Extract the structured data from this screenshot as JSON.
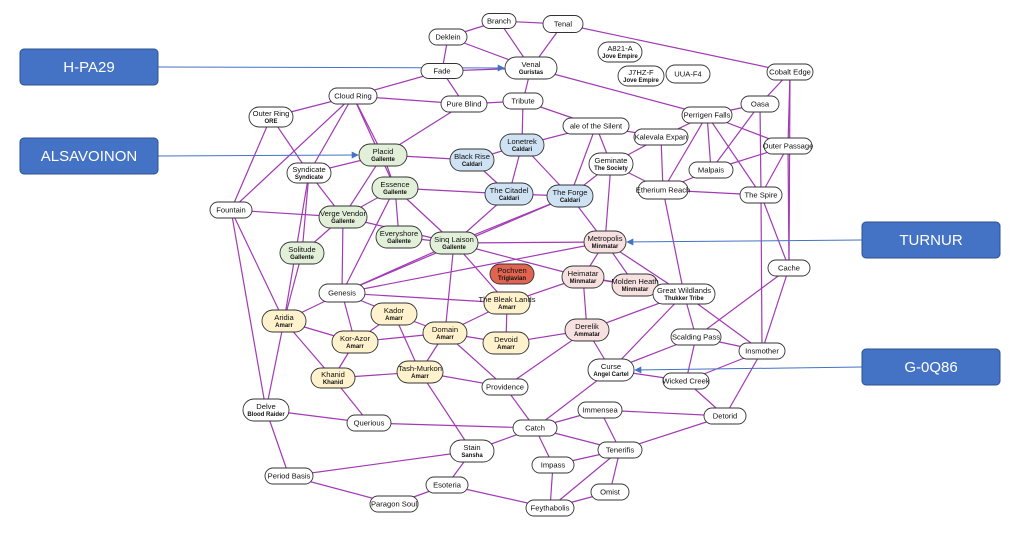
{
  "colors": {
    "edge": "#a23ab5",
    "arrow": "#4472c4",
    "callout_fill": "#4472c4",
    "callout_stroke": "#2f528f",
    "node_stroke": "#333333",
    "factions": {
      "neutral": "#ffffff",
      "Gallente": "#e2efd9",
      "Caldari": "#cfe2f3",
      "Minmatar": "#f6e0e0",
      "Amarr": "#fff2cc",
      "Triglavian": "#e06450"
    }
  },
  "callouts": [
    {
      "id": "hpa29",
      "label": "H-PA29",
      "target": "venal"
    },
    {
      "id": "alsavoinon",
      "label": "ALSAVOINON",
      "target": "placid"
    },
    {
      "id": "turnur",
      "label": "TURNUR",
      "target": "metropolis"
    },
    {
      "id": "g0q86",
      "label": "G-0Q86",
      "target": "curse"
    }
  ],
  "nodes": [
    {
      "id": "branch",
      "name": "Branch",
      "sub": "",
      "faction": "neutral"
    },
    {
      "id": "tenal",
      "name": "Tenal",
      "sub": "",
      "faction": "neutral"
    },
    {
      "id": "deklein",
      "name": "Deklein",
      "sub": "",
      "faction": "neutral"
    },
    {
      "id": "venal",
      "name": "Venal",
      "sub": "Guristas",
      "faction": "neutral"
    },
    {
      "id": "fade",
      "name": "Fade",
      "sub": "",
      "faction": "neutral"
    },
    {
      "id": "a821a",
      "name": "A821-A",
      "sub": "Jove Empire",
      "faction": "neutral"
    },
    {
      "id": "j7hzf",
      "name": "J7HZ-F",
      "sub": "Jove Empire",
      "faction": "neutral"
    },
    {
      "id": "uuaf4",
      "name": "UUA-F4",
      "sub": "",
      "faction": "neutral"
    },
    {
      "id": "cobaltedge",
      "name": "Cobalt Edge",
      "sub": "",
      "faction": "neutral"
    },
    {
      "id": "cloudring",
      "name": "Cloud Ring",
      "sub": "",
      "faction": "neutral"
    },
    {
      "id": "pureblind",
      "name": "Pure Blind",
      "sub": "",
      "faction": "neutral"
    },
    {
      "id": "tribute",
      "name": "Tribute",
      "sub": "",
      "faction": "neutral"
    },
    {
      "id": "outerring",
      "name": "Outer Ring",
      "sub": "ORE",
      "faction": "neutral"
    },
    {
      "id": "oasa",
      "name": "Oasa",
      "sub": "",
      "faction": "neutral"
    },
    {
      "id": "perrigenfalls",
      "name": "Perrigen Falls",
      "sub": "",
      "faction": "neutral"
    },
    {
      "id": "vale",
      "name": "ale of the Silent",
      "sub": "",
      "faction": "neutral"
    },
    {
      "id": "kalevala",
      "name": "Kalevala Expan",
      "sub": "",
      "faction": "neutral"
    },
    {
      "id": "outerpassage",
      "name": "Outer Passage",
      "sub": "",
      "faction": "neutral"
    },
    {
      "id": "lonetrek",
      "name": "Lonetrek",
      "sub": "Caldari",
      "faction": "Caldari"
    },
    {
      "id": "placid",
      "name": "Placid",
      "sub": "Gallente",
      "faction": "Gallente"
    },
    {
      "id": "blackrise",
      "name": "Black Rise",
      "sub": "Caldari",
      "faction": "Caldari"
    },
    {
      "id": "geminate",
      "name": "Geminate",
      "sub": "The Society",
      "faction": "neutral"
    },
    {
      "id": "malpais",
      "name": "Malpais",
      "sub": "",
      "faction": "neutral"
    },
    {
      "id": "syndicate",
      "name": "Syndicate",
      "sub": "Syndicate",
      "faction": "neutral"
    },
    {
      "id": "essence",
      "name": "Essence",
      "sub": "Gallente",
      "faction": "Gallente"
    },
    {
      "id": "citadel",
      "name": "The Citadel",
      "sub": "Caldari",
      "faction": "Caldari"
    },
    {
      "id": "forge",
      "name": "The Forge",
      "sub": "Caldari",
      "faction": "Caldari"
    },
    {
      "id": "etherium",
      "name": "Etherium Reach",
      "sub": "",
      "faction": "neutral"
    },
    {
      "id": "spire",
      "name": "The Spire",
      "sub": "",
      "faction": "neutral"
    },
    {
      "id": "fountain",
      "name": "Fountain",
      "sub": "",
      "faction": "neutral"
    },
    {
      "id": "vergevendor",
      "name": "Verge Vendor",
      "sub": "Gallente",
      "faction": "Gallente"
    },
    {
      "id": "everyshore",
      "name": "Everyshore",
      "sub": "Gallente",
      "faction": "Gallente"
    },
    {
      "id": "sinqlaison",
      "name": "Sinq Laison",
      "sub": "Gallente",
      "faction": "Gallente"
    },
    {
      "id": "metropolis",
      "name": "Metropolis",
      "sub": "Minmatar",
      "faction": "Minmatar"
    },
    {
      "id": "solitude",
      "name": "Solitude",
      "sub": "Gallente",
      "faction": "Gallente"
    },
    {
      "id": "pochven",
      "name": "Pochven",
      "sub": "Triglavian",
      "faction": "Triglavian"
    },
    {
      "id": "heimatar",
      "name": "Heimatar",
      "sub": "Minmatar",
      "faction": "Minmatar"
    },
    {
      "id": "moldenheath",
      "name": "Molden Heath",
      "sub": "Minmatar",
      "faction": "Minmatar"
    },
    {
      "id": "greatwildlands",
      "name": "Great Wildlands",
      "sub": "Thukker Tribe",
      "faction": "neutral"
    },
    {
      "id": "cache",
      "name": "Cache",
      "sub": "",
      "faction": "neutral"
    },
    {
      "id": "genesis",
      "name": "Genesis",
      "sub": "",
      "faction": "neutral"
    },
    {
      "id": "bleaklands",
      "name": "The Bleak Lands",
      "sub": "Amarr",
      "faction": "Amarr"
    },
    {
      "id": "aridia",
      "name": "Aridia",
      "sub": "Amarr",
      "faction": "Amarr"
    },
    {
      "id": "kador",
      "name": "Kador",
      "sub": "Amarr",
      "faction": "Amarr"
    },
    {
      "id": "domain",
      "name": "Domain",
      "sub": "Amarr",
      "faction": "Amarr"
    },
    {
      "id": "derelik",
      "name": "Derelik",
      "sub": "Ammatar",
      "faction": "Minmatar"
    },
    {
      "id": "korazor",
      "name": "Kor-Azor",
      "sub": "Amarr",
      "faction": "Amarr"
    },
    {
      "id": "devoid",
      "name": "Devoid",
      "sub": "Amarr",
      "faction": "Amarr"
    },
    {
      "id": "scaldingpass",
      "name": "Scalding Pass",
      "sub": "",
      "faction": "neutral"
    },
    {
      "id": "insmother",
      "name": "Insmother",
      "sub": "",
      "faction": "neutral"
    },
    {
      "id": "khanid",
      "name": "Khanid",
      "sub": "Khanid",
      "faction": "Amarr"
    },
    {
      "id": "tashmurkon",
      "name": "Tash-Murkon",
      "sub": "Amarr",
      "faction": "Amarr"
    },
    {
      "id": "curse",
      "name": "Curse",
      "sub": "Angel Cartel",
      "faction": "neutral"
    },
    {
      "id": "providence",
      "name": "Providence",
      "sub": "",
      "faction": "neutral"
    },
    {
      "id": "wickedcreek",
      "name": "Wicked Creek",
      "sub": "",
      "faction": "neutral"
    },
    {
      "id": "delve",
      "name": "Delve",
      "sub": "Blood Raider",
      "faction": "neutral"
    },
    {
      "id": "immensea",
      "name": "Immensea",
      "sub": "",
      "faction": "neutral"
    },
    {
      "id": "detorid",
      "name": "Detorid",
      "sub": "",
      "faction": "neutral"
    },
    {
      "id": "querious",
      "name": "Querious",
      "sub": "",
      "faction": "neutral"
    },
    {
      "id": "catch",
      "name": "Catch",
      "sub": "",
      "faction": "neutral"
    },
    {
      "id": "stain",
      "name": "Stain",
      "sub": "Sansha",
      "faction": "neutral"
    },
    {
      "id": "tenerifis",
      "name": "Tenerifis",
      "sub": "",
      "faction": "neutral"
    },
    {
      "id": "impass",
      "name": "Impass",
      "sub": "",
      "faction": "neutral"
    },
    {
      "id": "periodbasis",
      "name": "Period Basis",
      "sub": "",
      "faction": "neutral"
    },
    {
      "id": "esoteria",
      "name": "Esoteria",
      "sub": "",
      "faction": "neutral"
    },
    {
      "id": "omist",
      "name": "Omist",
      "sub": "",
      "faction": "neutral"
    },
    {
      "id": "paragonsoul",
      "name": "Paragon Soul",
      "sub": "",
      "faction": "neutral"
    },
    {
      "id": "feythabolis",
      "name": "Feythabolis",
      "sub": "",
      "faction": "neutral"
    }
  ],
  "edges": [
    [
      "branch",
      "tenal"
    ],
    [
      "branch",
      "deklein"
    ],
    [
      "branch",
      "venal"
    ],
    [
      "tenal",
      "venal"
    ],
    [
      "tenal",
      "cobaltedge"
    ],
    [
      "deklein",
      "venal"
    ],
    [
      "deklein",
      "fade"
    ],
    [
      "fade",
      "venal"
    ],
    [
      "fade",
      "cloudring"
    ],
    [
      "fade",
      "pureblind"
    ],
    [
      "venal",
      "tribute"
    ],
    [
      "venal",
      "perrigenfalls"
    ],
    [
      "cloudring",
      "pureblind"
    ],
    [
      "cloudring",
      "outerring"
    ],
    [
      "cloudring",
      "syndicate"
    ],
    [
      "cloudring",
      "placid"
    ],
    [
      "cloudring",
      "fountain"
    ],
    [
      "cloudring",
      "essence"
    ],
    [
      "pureblind",
      "tribute"
    ],
    [
      "pureblind",
      "placid"
    ],
    [
      "tribute",
      "vale"
    ],
    [
      "tribute",
      "lonetrek"
    ],
    [
      "outerring",
      "fountain"
    ],
    [
      "outerring",
      "syndicate"
    ],
    [
      "cobaltedge",
      "oasa"
    ],
    [
      "cobaltedge",
      "outerpassage"
    ],
    [
      "cobaltedge",
      "cache"
    ],
    [
      "oasa",
      "perrigenfalls"
    ],
    [
      "oasa",
      "spire"
    ],
    [
      "oasa",
      "malpais"
    ],
    [
      "perrigenfalls",
      "kalevala"
    ],
    [
      "perrigenfalls",
      "outerpassage"
    ],
    [
      "perrigenfalls",
      "malpais"
    ],
    [
      "perrigenfalls",
      "spire"
    ],
    [
      "perrigenfalls",
      "etherium"
    ],
    [
      "vale",
      "kalevala"
    ],
    [
      "vale",
      "lonetrek"
    ],
    [
      "vale",
      "geminate"
    ],
    [
      "vale",
      "forge"
    ],
    [
      "kalevala",
      "geminate"
    ],
    [
      "kalevala",
      "etherium"
    ],
    [
      "outerpassage",
      "spire"
    ],
    [
      "outerpassage",
      "malpais"
    ],
    [
      "outerpassage",
      "cache"
    ],
    [
      "lonetrek",
      "citadel"
    ],
    [
      "lonetrek",
      "forge"
    ],
    [
      "lonetrek",
      "blackrise"
    ],
    [
      "placid",
      "blackrise"
    ],
    [
      "placid",
      "syndicate"
    ],
    [
      "placid",
      "essence"
    ],
    [
      "placid",
      "vergevendor"
    ],
    [
      "blackrise",
      "citadel"
    ],
    [
      "geminate",
      "etherium"
    ],
    [
      "geminate",
      "metropolis"
    ],
    [
      "geminate",
      "forge"
    ],
    [
      "malpais",
      "etherium"
    ],
    [
      "syndicate",
      "vergevendor"
    ],
    [
      "syndicate",
      "solitude"
    ],
    [
      "syndicate",
      "aridia"
    ],
    [
      "essence",
      "vergevendor"
    ],
    [
      "essence",
      "everyshore"
    ],
    [
      "essence",
      "sinqlaison"
    ],
    [
      "essence",
      "citadel"
    ],
    [
      "essence",
      "genesis"
    ],
    [
      "citadel",
      "forge"
    ],
    [
      "citadel",
      "sinqlaison"
    ],
    [
      "forge",
      "metropolis"
    ],
    [
      "forge",
      "sinqlaison"
    ],
    [
      "forge",
      "genesis"
    ],
    [
      "etherium",
      "spire"
    ],
    [
      "etherium",
      "greatwildlands"
    ],
    [
      "spire",
      "insmother"
    ],
    [
      "spire",
      "cache"
    ],
    [
      "fountain",
      "delve"
    ],
    [
      "fountain",
      "vergevendor"
    ],
    [
      "fountain",
      "aridia"
    ],
    [
      "vergevendor",
      "sinqlaison"
    ],
    [
      "vergevendor",
      "genesis"
    ],
    [
      "vergevendor",
      "solitude"
    ],
    [
      "everyshore",
      "sinqlaison"
    ],
    [
      "sinqlaison",
      "metropolis"
    ],
    [
      "sinqlaison",
      "genesis"
    ],
    [
      "sinqlaison",
      "domain"
    ],
    [
      "sinqlaison",
      "heimatar"
    ],
    [
      "sinqlaison",
      "bleaklands"
    ],
    [
      "metropolis",
      "heimatar"
    ],
    [
      "metropolis",
      "moldenheath"
    ],
    [
      "metropolis",
      "greatwildlands"
    ],
    [
      "metropolis",
      "genesis"
    ],
    [
      "solitude",
      "aridia"
    ],
    [
      "heimatar",
      "moldenheath"
    ],
    [
      "heimatar",
      "bleaklands"
    ],
    [
      "heimatar",
      "derelik"
    ],
    [
      "heimatar",
      "greatwildlands"
    ],
    [
      "moldenheath",
      "greatwildlands"
    ],
    [
      "greatwildlands",
      "derelik"
    ],
    [
      "greatwildlands",
      "curse"
    ],
    [
      "greatwildlands",
      "scaldingpass"
    ],
    [
      "greatwildlands",
      "insmother"
    ],
    [
      "cache",
      "scaldingpass"
    ],
    [
      "cache",
      "insmother"
    ],
    [
      "genesis",
      "aridia"
    ],
    [
      "genesis",
      "kador"
    ],
    [
      "genesis",
      "bleaklands"
    ],
    [
      "genesis",
      "korazor"
    ],
    [
      "bleaklands",
      "devoid"
    ],
    [
      "bleaklands",
      "domain"
    ],
    [
      "aridia",
      "korazor"
    ],
    [
      "aridia",
      "khanid"
    ],
    [
      "aridia",
      "delve"
    ],
    [
      "kador",
      "domain"
    ],
    [
      "kador",
      "korazor"
    ],
    [
      "kador",
      "tashmurkon"
    ],
    [
      "domain",
      "devoid"
    ],
    [
      "domain",
      "providence"
    ],
    [
      "domain",
      "tashmurkon"
    ],
    [
      "domain",
      "korazor"
    ],
    [
      "derelik",
      "devoid"
    ],
    [
      "derelik",
      "curse"
    ],
    [
      "derelik",
      "providence"
    ],
    [
      "korazor",
      "khanid"
    ],
    [
      "scaldingpass",
      "curse"
    ],
    [
      "scaldingpass",
      "wickedcreek"
    ],
    [
      "scaldingpass",
      "insmother"
    ],
    [
      "insmother",
      "wickedcreek"
    ],
    [
      "insmother",
      "detorid"
    ],
    [
      "khanid",
      "tashmurkon"
    ],
    [
      "khanid",
      "querious"
    ],
    [
      "tashmurkon",
      "stain"
    ],
    [
      "tashmurkon",
      "providence"
    ],
    [
      "curse",
      "catch"
    ],
    [
      "curse",
      "wickedcreek"
    ],
    [
      "providence",
      "catch"
    ],
    [
      "wickedcreek",
      "detorid"
    ],
    [
      "delve",
      "querious"
    ],
    [
      "delve",
      "periodbasis"
    ],
    [
      "immensea",
      "catch"
    ],
    [
      "immensea",
      "detorid"
    ],
    [
      "immensea",
      "tenerifis"
    ],
    [
      "detorid",
      "tenerifis"
    ],
    [
      "querious",
      "catch"
    ],
    [
      "catch",
      "stain"
    ],
    [
      "catch",
      "tenerifis"
    ],
    [
      "catch",
      "impass"
    ],
    [
      "stain",
      "periodbasis"
    ],
    [
      "stain",
      "esoteria"
    ],
    [
      "tenerifis",
      "impass"
    ],
    [
      "tenerifis",
      "omist"
    ],
    [
      "tenerifis",
      "feythabolis"
    ],
    [
      "impass",
      "feythabolis"
    ],
    [
      "periodbasis",
      "paragonsoul"
    ],
    [
      "esoteria",
      "paragonsoul"
    ],
    [
      "esoteria",
      "feythabolis"
    ],
    [
      "omist",
      "feythabolis"
    ]
  ]
}
